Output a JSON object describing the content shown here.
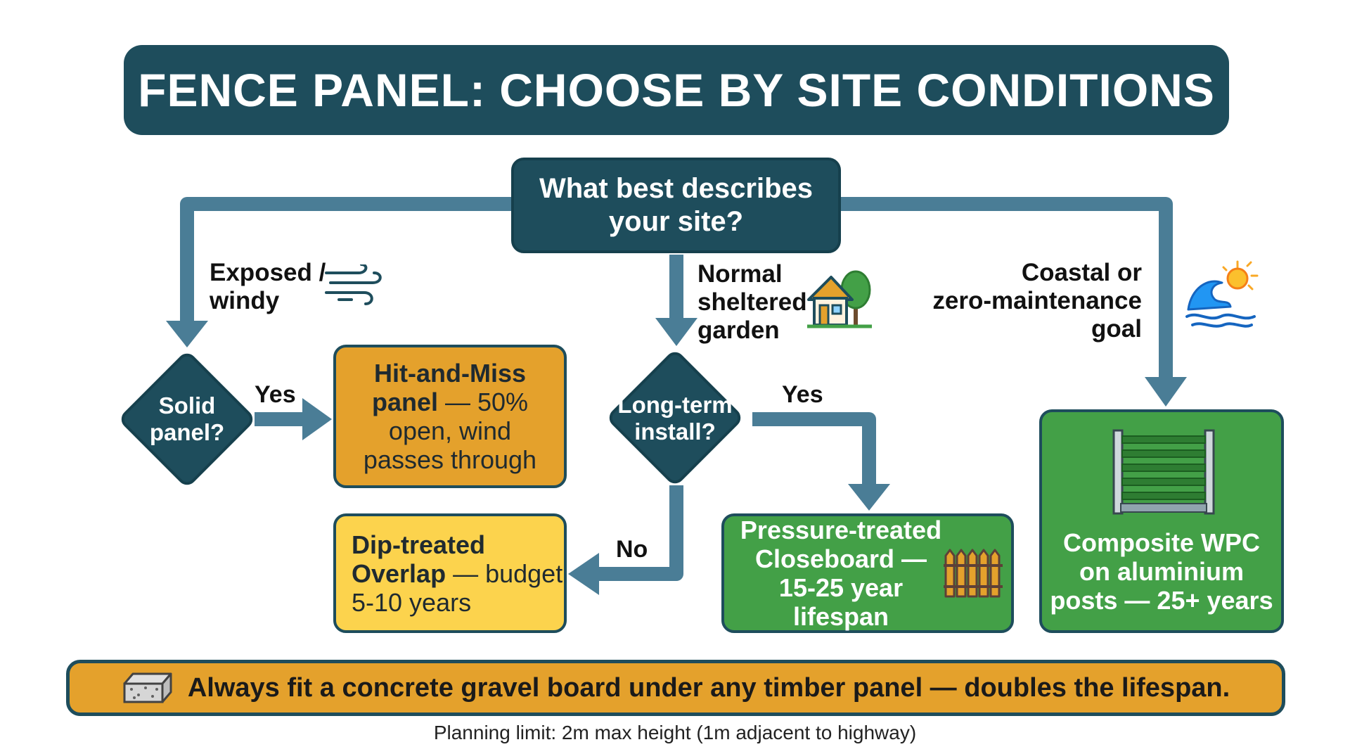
{
  "title": "FENCE PANEL: CHOOSE BY SITE CONDITIONS",
  "question": {
    "line1": "What best describes",
    "line2": "your site?"
  },
  "branches": {
    "left": {
      "line1": "Exposed /",
      "line2": "windy",
      "icon": "wind-icon"
    },
    "middle": {
      "line1": "Normal",
      "line2": "sheltered",
      "line3": "garden",
      "icon": "house-with-tree-icon"
    },
    "right": {
      "line1": "Coastal or",
      "line2": "zero-maintenance",
      "line3": "goal",
      "icon": "wave-and-sun-icon"
    }
  },
  "decisions": {
    "solid": {
      "line1": "Solid",
      "line2": "panel?",
      "yes_label": "Yes"
    },
    "longterm": {
      "line1": "Long-term",
      "line2": "install?",
      "yes_label": "Yes",
      "no_label": "No"
    }
  },
  "outcomes": {
    "hit_and_miss": {
      "bold1": "Hit-and-Miss",
      "bold2": "panel",
      "rest2": " — 50%",
      "line3": "open, wind",
      "line4": "passes through"
    },
    "dip_treated": {
      "bold1": "Dip-treated",
      "bold2": "Overlap",
      "rest2": " — budget",
      "line3": "5-10 years"
    },
    "closeboard": {
      "line1": "Pressure-treated",
      "line2": "Closeboard —",
      "line3": "15-25 year lifespan",
      "icon": "closeboard-fence-icon"
    },
    "composite": {
      "line1": "Composite WPC",
      "line2": "on aluminium",
      "line3": "posts — 25+ years",
      "icon": "slatted-fence-icon"
    }
  },
  "tip": {
    "text": "Always fit a concrete gravel board under any timber panel — doubles the lifespan.",
    "icon": "gravel-board-icon"
  },
  "footnote": "Planning limit: 2m max height (1m adjacent to highway)",
  "colors": {
    "navy": "#1e4d5c",
    "connector": "#4a7d96",
    "orange": "#e4a12c",
    "yellow": "#fcd34d",
    "green": "#43a047"
  }
}
